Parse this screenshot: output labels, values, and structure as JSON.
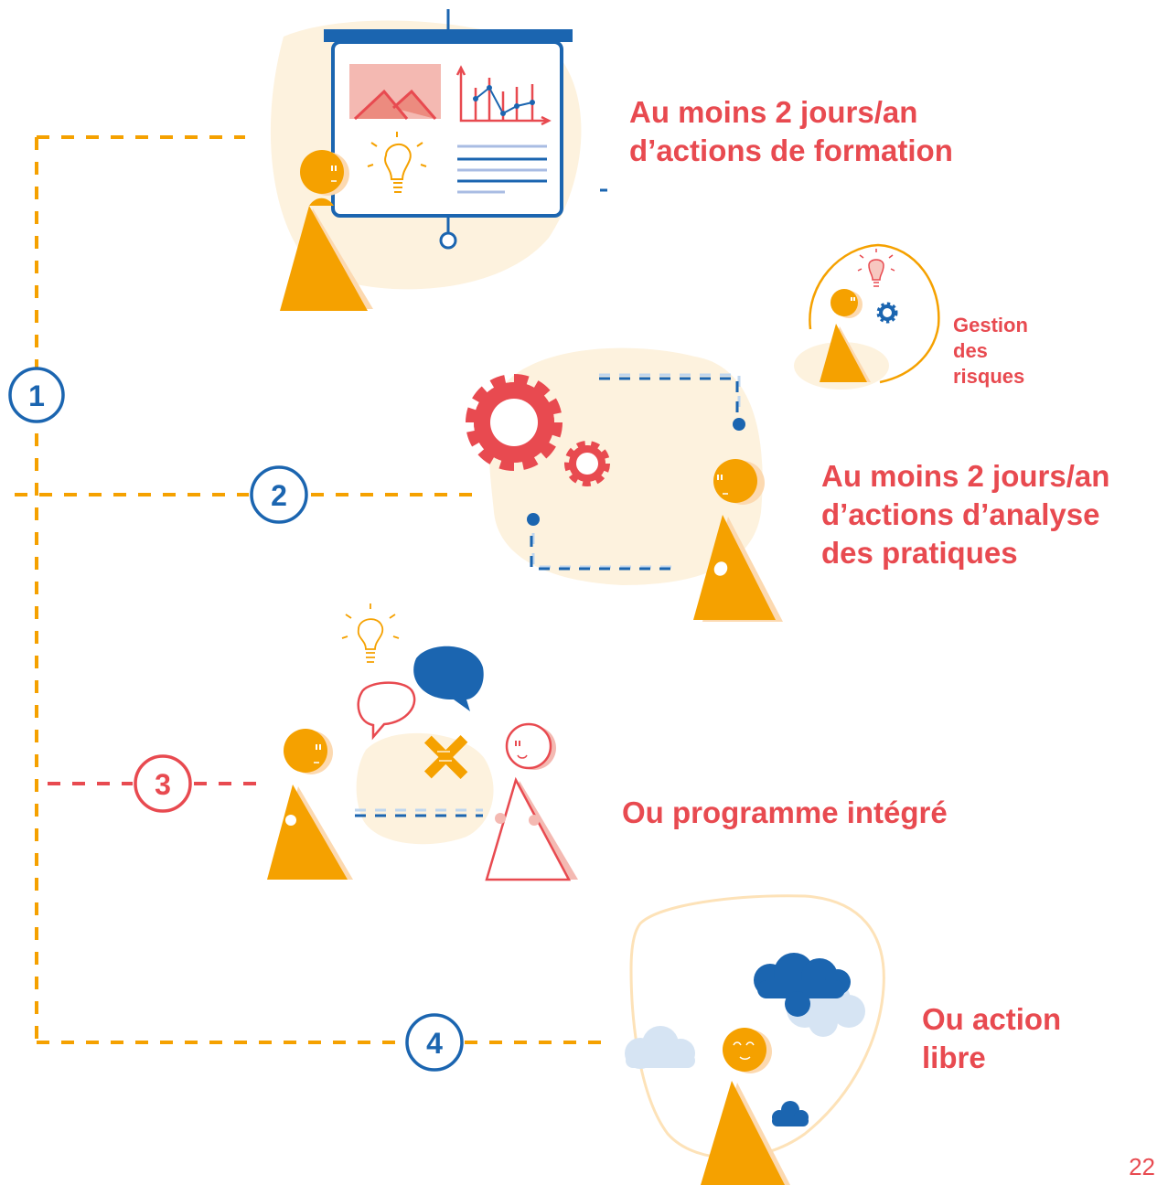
{
  "steps": [
    {
      "number": "1",
      "label_line1": "Au moins 2 jours/an",
      "label_line2": "d’actions de formation"
    },
    {
      "number": "2",
      "label_line1": "Au moins 2 jours/an",
      "label_line2": "d’actions d’analyse",
      "label_line3": "des pratiques"
    },
    {
      "number": "3",
      "label_line1": "Ou programme intégré"
    },
    {
      "number": "4",
      "label_line1": "Ou action",
      "label_line2": "libre"
    }
  ],
  "risk_label": {
    "line1": "Gestion",
    "line2": "des",
    "line3": "risques"
  },
  "page_number": "22",
  "colors": {
    "orange": "#f5a100",
    "blue": "#1b65b0",
    "red": "#e84a50",
    "light_red": "#f4b9b2",
    "light_blue": "#bfd6ee",
    "beige": "#fdf2de"
  }
}
